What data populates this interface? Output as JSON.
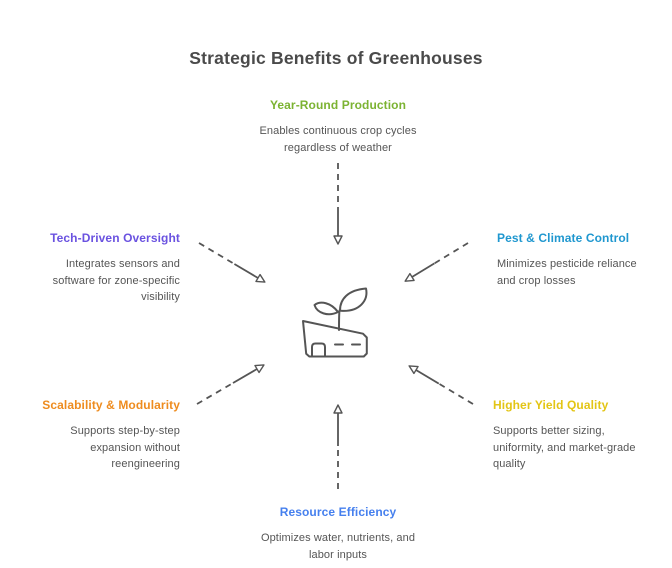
{
  "title": "Strategic Benefits of Greenhouses",
  "title_color": "#4a4a4a",
  "arrow_color": "#555555",
  "desc_color": "#555555",
  "center_icon": "greenhouse-with-sprout-icon",
  "nodes": [
    {
      "id": "year-round-production",
      "label": "Year-Round Production",
      "color": "#7cb332",
      "desc": "Enables continuous crop cycles\nregardless of weather",
      "position": "top"
    },
    {
      "id": "tech-driven-oversight",
      "label": "Tech-Driven Oversight",
      "color": "#6a52e0",
      "desc": "Integrates sensors and\nsoftware for zone-specific\nvisibility",
      "position": "upper-left"
    },
    {
      "id": "pest-climate-control",
      "label": "Pest & Climate Control",
      "color": "#1f97cf",
      "desc": "Minimizes pesticide reliance\nand crop losses",
      "position": "upper-right"
    },
    {
      "id": "scalability-modularity",
      "label": "Scalability & Modularity",
      "color": "#ee8c1f",
      "desc": "Supports step-by-step\nexpansion without\nreengineering",
      "position": "lower-left"
    },
    {
      "id": "higher-yield-quality",
      "label": "Higher Yield Quality",
      "color": "#e3c515",
      "desc": "Supports better sizing,\nuniformity, and market-grade\nquality",
      "position": "lower-right"
    },
    {
      "id": "resource-efficiency",
      "label": "Resource Efficiency",
      "color": "#4680ee",
      "desc": "Optimizes water, nutrients, and\nlabor inputs",
      "position": "bottom"
    }
  ]
}
